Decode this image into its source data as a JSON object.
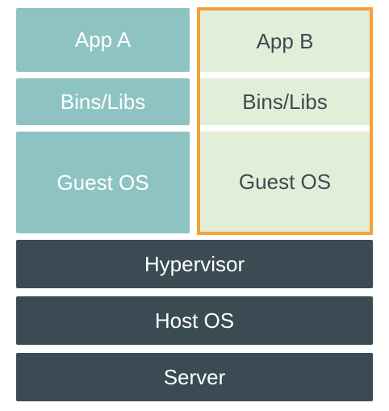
{
  "vm_a": {
    "app": "App A",
    "bins": "Bins/Libs",
    "guest_os": "Guest OS"
  },
  "vm_b": {
    "app": "App B",
    "bins": "Bins/Libs",
    "guest_os": "Guest OS",
    "highlight_color": "#f4a13a"
  },
  "layers": {
    "hypervisor": "Hypervisor",
    "host_os": "Host OS",
    "server": "Server"
  },
  "colors": {
    "vm_a_fill": "#8ec3c3",
    "vm_b_fill": "#e2efd8",
    "infrastructure_fill": "#3a4b53"
  }
}
